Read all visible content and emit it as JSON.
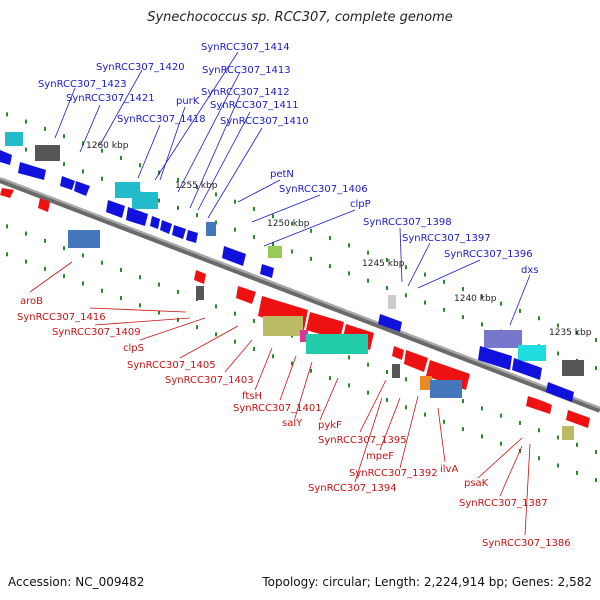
{
  "title": "Synechococcus sp. RCC307, complete genome",
  "footer": {
    "accession": "Accession: NC_009482",
    "topology": "Topology: circular; Length: 2,224,914 bp; Genes: 2,582"
  },
  "colors": {
    "forward_label": "#1a1acc",
    "reverse_label": "#cc1111",
    "backbone": "#888888",
    "tick_dot": "#2a8a2a"
  },
  "forward_labels": [
    "SynRCC307_1414",
    "SynRCC307_1420",
    "SynRCC307_1413",
    "SynRCC307_1423",
    "SynRCC307_1412",
    "SynRCC307_1421",
    "purK",
    "SynRCC307_1411",
    "SynRCC307_1418",
    "SynRCC307_1410",
    "petN",
    "SynRCC307_1406",
    "clpP",
    "SynRCC307_1398",
    "SynRCC307_1397",
    "SynRCC307_1396",
    "dxs"
  ],
  "reverse_labels": [
    "aroB",
    "SynRCC307_1416",
    "SynRCC307_1409",
    "clpS",
    "SynRCC307_1405",
    "SynRCC307_1403",
    "ftsH",
    "SynRCC307_1401",
    "salY",
    "pykF",
    "SynRCC307_1395",
    "mpeF",
    "SynRCC307_1392",
    "SynRCC307_1394",
    "ilvA",
    "psaK",
    "SynRCC307_1387",
    "SynRCC307_1386"
  ],
  "scale_ticks": [
    "1260 kbp",
    "1255 kbp",
    "1250 kbp",
    "1245 kbp",
    "1240 kbp",
    "1235 kbp"
  ]
}
